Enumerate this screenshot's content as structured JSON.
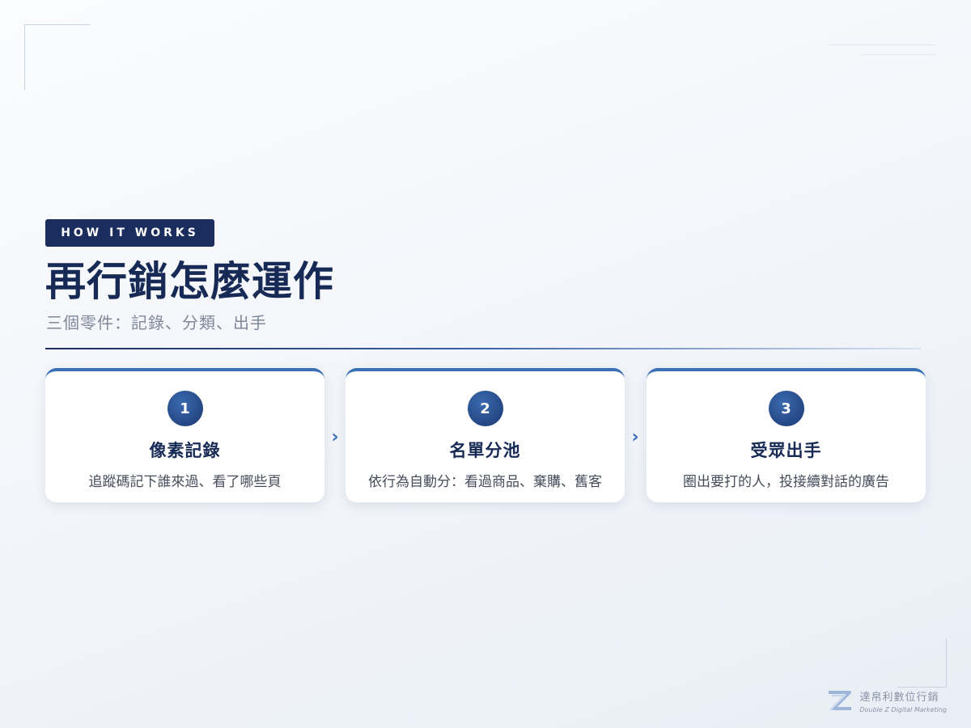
{
  "header": {
    "badge": "HOW IT WORKS",
    "title": "再行銷怎麼運作",
    "subtitle": "三個零件：記錄、分類、出手"
  },
  "steps": [
    {
      "number": "1",
      "title": "像素記錄",
      "description": "追蹤碼記下誰來過、看了哪些頁"
    },
    {
      "number": "2",
      "title": "名單分池",
      "description": "依行為自動分：看過商品、棄購、舊客"
    },
    {
      "number": "3",
      "title": "受眾出手",
      "description": "圈出要打的人，投接續對話的廣告"
    }
  ],
  "arrows": [
    "›",
    "›"
  ],
  "logo": {
    "name_cn": "達帛利數位行銷",
    "name_en": "Double Z Digital Marketing",
    "icon": "z-logo-icon"
  },
  "colors": {
    "navy": "#1b2d5c",
    "accent": "#3a70b5",
    "background": "#f1f4f9"
  }
}
